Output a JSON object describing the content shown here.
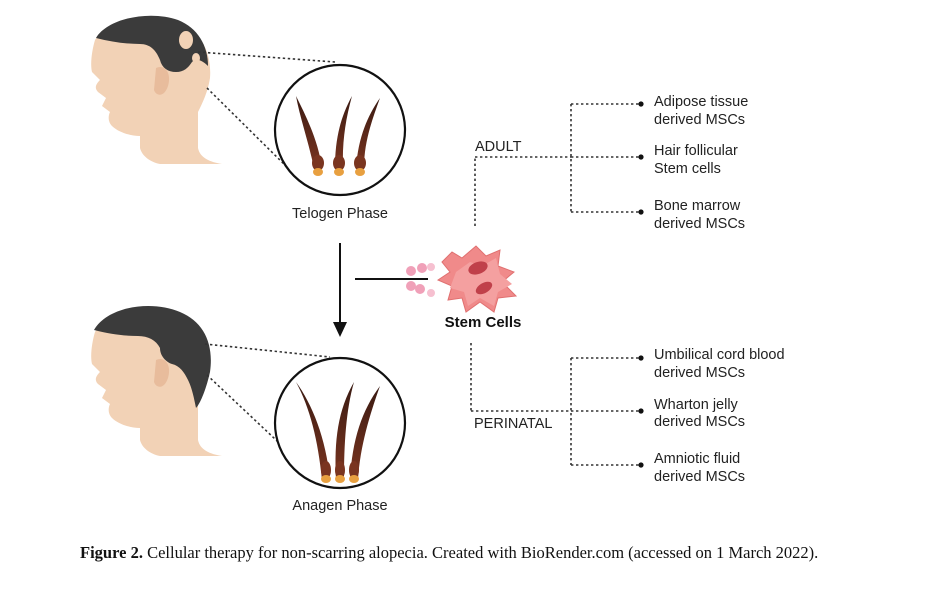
{
  "phases": {
    "telogen": "Telogen Phase",
    "anagen": "Anagen Phase"
  },
  "center": {
    "label": "Stem Cells"
  },
  "adult": {
    "label": "ADULT",
    "items": [
      {
        "line1": "Adipose tissue",
        "line2": "derived MSCs"
      },
      {
        "line1": "Hair follicular",
        "line2": "Stem cells"
      },
      {
        "line1": "Bone marrow",
        "line2": "derived MSCs"
      }
    ]
  },
  "perinatal": {
    "label": "PERINATAL",
    "items": [
      {
        "line1": "Umbilical cord blood",
        "line2": "derived MSCs"
      },
      {
        "line1": "Wharton jelly",
        "line2": "derived MSCs"
      },
      {
        "line1": "Amniotic fluid",
        "line2": "derived MSCs"
      }
    ]
  },
  "caption": {
    "label": "Figure 2.",
    "text": "Cellular therapy for non-scarring alopecia. Created with BioRender.com (accessed on 1 March 2022)."
  },
  "colors": {
    "skin": "#f2d2b6",
    "hair": "#3b3b3b",
    "hair_strand": "#6b2a1a",
    "follicle_bulb": "#e8a040",
    "cell": "#f08a8a",
    "cell_nucleus": "#c0404a",
    "vesicle": "#f0a0b8"
  }
}
